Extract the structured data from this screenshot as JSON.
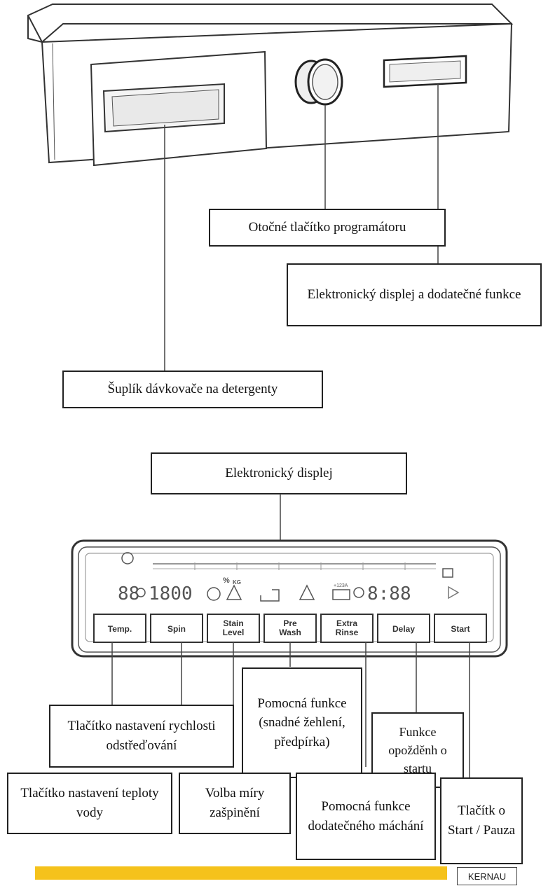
{
  "callouts": {
    "knob": "Otočné tlačítko programátoru",
    "display_functions": "Elektronický displej a dodatečné funkce",
    "drawer": "Šuplík dávkovače na detergenty",
    "display": "Elektronický displej",
    "auxiliary": "Pomocná funkce (snadné žehlení, předpírka)",
    "spin_speed": "Tlačítko nastavení rychlosti odstřeďování",
    "delay_start": "Funkce opožděnh o startu",
    "temperature": "Tlačítko nastavení teploty vody",
    "stain_level": "Volba míry zašpinění",
    "extra_rinse": "Pomocná funkce dodatečného máchání",
    "start_pause": "Tlačítk o Start / Pauza"
  },
  "panel_buttons": [
    {
      "line1": "Temp.",
      "line2": ""
    },
    {
      "line1": "Spin",
      "line2": ""
    },
    {
      "line1": "Stain",
      "line2": "Level"
    },
    {
      "line1": "Pre",
      "line2": "Wash"
    },
    {
      "line1": "Extra",
      "line2": "Rinse"
    },
    {
      "line1": "Delay",
      "line2": ""
    },
    {
      "line1": "Start",
      "line2": ""
    }
  ],
  "display_readout": {
    "temp_digits": "88",
    "spin_digits": "1800",
    "time_digits": "8:88",
    "kg_label": "KG",
    "percent_label": "%",
    "rinse_label": "+123A"
  },
  "brand": "KERNAU",
  "colors": {
    "accent_bar": "#f5c21b",
    "outline": "#222222"
  }
}
